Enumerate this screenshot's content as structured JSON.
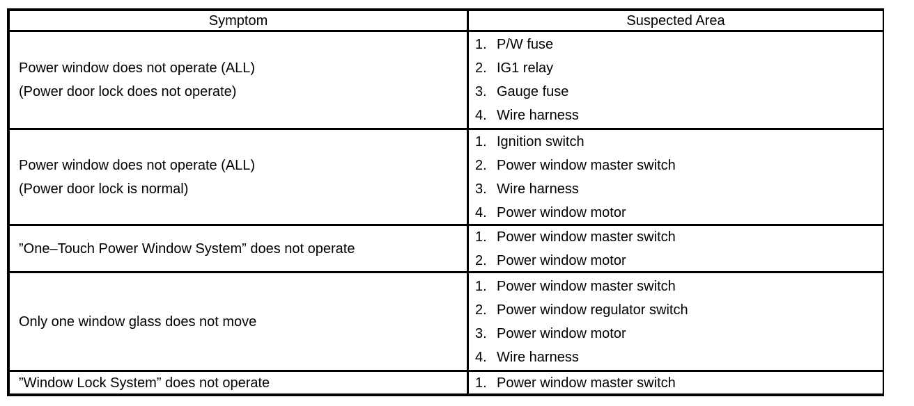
{
  "page": {
    "background": "#ffffff",
    "text_color": "#000000",
    "border_color": "#000000"
  },
  "table": {
    "headers": [
      "Symptom",
      "Suspected Area"
    ],
    "rows": [
      {
        "symptom_lines": [
          "Power window does not operate (ALL)",
          "(Power door lock does not operate)"
        ],
        "areas": [
          {
            "num": "1.",
            "label": "P/W fuse"
          },
          {
            "num": "2.",
            "label": "IG1 relay"
          },
          {
            "num": "3.",
            "label": "Gauge fuse"
          },
          {
            "num": "4.",
            "label": "Wire harness"
          }
        ]
      },
      {
        "symptom_lines": [
          "Power window does not operate (ALL)",
          "(Power door lock is normal)"
        ],
        "areas": [
          {
            "num": "1.",
            "label": "Ignition switch"
          },
          {
            "num": "2.",
            "label": "Power window master switch"
          },
          {
            "num": "3.",
            "label": "Wire harness"
          },
          {
            "num": "4.",
            "label": "Power window motor"
          }
        ]
      },
      {
        "symptom_lines": [
          "”One–Touch Power Window System” does not operate"
        ],
        "areas": [
          {
            "num": "1.",
            "label": "Power window master switch"
          },
          {
            "num": "2.",
            "label": "Power window motor"
          }
        ]
      },
      {
        "symptom_lines": [
          "Only one window glass does not move"
        ],
        "areas": [
          {
            "num": "1.",
            "label": "Power window master switch"
          },
          {
            "num": "2.",
            "label": "Power window regulator switch"
          },
          {
            "num": "3.",
            "label": "Power window motor"
          },
          {
            "num": "4.",
            "label": "Wire harness"
          }
        ]
      },
      {
        "symptom_lines": [
          "”Window Lock System” does not operate"
        ],
        "areas": [
          {
            "num": "1.",
            "label": "Power window master switch"
          }
        ]
      }
    ]
  }
}
